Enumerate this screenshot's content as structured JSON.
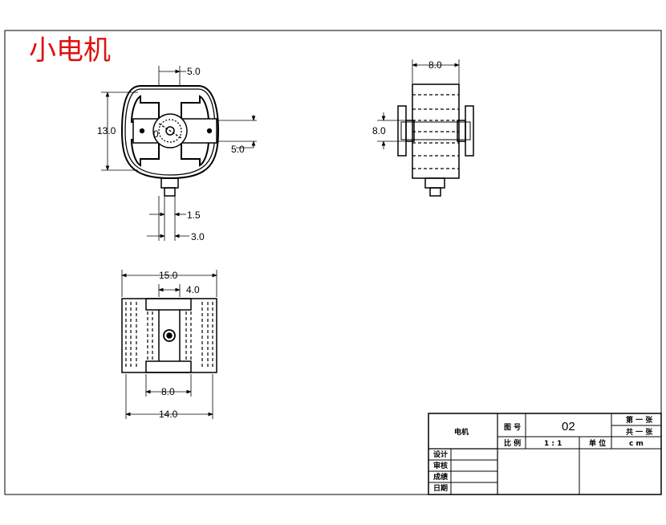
{
  "drawing": {
    "title": "小电机",
    "views": {
      "front": {
        "dims": {
          "top": "5.0",
          "height": "13.0",
          "side": "5.0",
          "shaft_in": "1.5",
          "shaft_out": "3.0",
          "center_mark": "0"
        }
      },
      "side": {
        "dims": {
          "width": "8.0",
          "height": "8.0"
        }
      },
      "top": {
        "dims": {
          "overall": "15.0",
          "inner": "4.0",
          "bottom_inner": "8.0",
          "bottom_overall": "14.0"
        }
      }
    },
    "title_block": {
      "part_name": "电机",
      "drawing_no_label": "图 号",
      "drawing_no": "02",
      "sheet_label": "第 一 张",
      "total_label": "共 一 张",
      "scale_label": "比 例",
      "scale": "1 : 1",
      "unit_label": "单 位",
      "unit": "c m",
      "rows": [
        "设计",
        "审核",
        "成绩",
        "日期"
      ]
    }
  }
}
